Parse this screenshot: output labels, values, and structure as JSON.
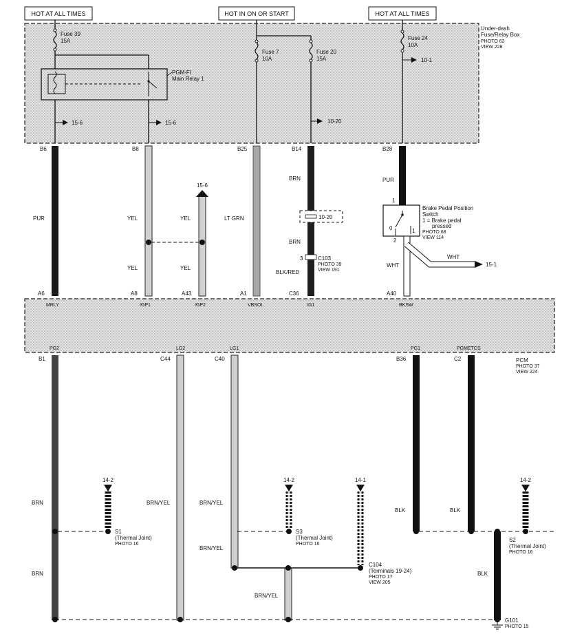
{
  "headers": {
    "hot_all_left": "HOT AT ALL TIMES",
    "hot_on_start": "HOT IN ON OR START",
    "hot_all_right": "HOT AT ALL TIMES"
  },
  "fusebox": {
    "title_1": "Under-dash",
    "title_2": "Fuse/Relay Box",
    "photo": "PHOTO 62",
    "view": "VIEW 228",
    "fuse39_name": "Fuse 39",
    "fuse39_amp": "15A",
    "fuse7_name": "Fuse 7",
    "fuse7_amp": "10A",
    "fuse20_name": "Fuse 20",
    "fuse20_amp": "15A",
    "fuse24_name": "Fuse 24",
    "fuse24_amp": "10A",
    "relay_name_1": "PGM-FI",
    "relay_name_2": "Main Relay 1",
    "ref_15_6_a": "15-6",
    "ref_15_6_b": "15-6",
    "ref_10_20": "10-20",
    "ref_10_1": "10-1"
  },
  "pins_top": {
    "b6": "B6",
    "b8": "B8",
    "b25": "B25",
    "b14": "B14",
    "b28": "B28"
  },
  "wires_mid": {
    "pur": "PUR",
    "yel_1": "YEL",
    "yel_2": "YEL",
    "yel_3": "YEL",
    "yel_4": "YEL",
    "lt_grn": "LT GRN",
    "brn_1": "BRN",
    "brn_2": "BRN",
    "blk_red": "BLK/RED",
    "pur_2": "PUR",
    "wht_1": "WHT",
    "wht_2": "WHT",
    "ref_15_6_up": "15-6",
    "ref_10_20_box": "10-20",
    "ref_15_1": "15-1"
  },
  "c103": {
    "pin": "3",
    "name": "C103",
    "photo": "PHOTO 39",
    "view": "VIEW 191"
  },
  "brake_switch": {
    "name_1": "Brake Pedal Position",
    "name_2": "Switch",
    "note_1": "1 = Brake pedal",
    "note_2": "pressed",
    "photo": "PHOTO 68",
    "view": "VIEW 114",
    "pin_1": "1",
    "pin_2": "2",
    "contact_0": "0",
    "contact_1": "1"
  },
  "pcm_pins_top": {
    "a6": "A6",
    "mrly": "MRLY",
    "a8": "A8",
    "igp1": "IGP1",
    "a43": "A43",
    "igp2": "IGP2",
    "a1": "A1",
    "vbsol": "VBSOL",
    "c36": "C36",
    "ig1": "IG1",
    "a40": "A40",
    "bksw": "BKSW"
  },
  "pcm_pins_bottom": {
    "b1": "B1",
    "pg2": "PG2",
    "c44": "C44",
    "lg2": "LG2",
    "c40": "C40",
    "lg1": "LG1",
    "b36": "B36",
    "pg1": "PG1",
    "c2": "C2",
    "pgmetcs": "PGMETCS"
  },
  "pcm": {
    "name": "PCM",
    "photo": "PHOTO 37",
    "view": "VIEW 224"
  },
  "lower": {
    "brn_1": "BRN",
    "brn_2": "BRN",
    "brn_yel_1": "BRN/YEL",
    "brn_yel_2": "BRN/YEL",
    "brn_yel_3": "BRN/YEL",
    "brn_yel_4": "BRN/YEL",
    "blk_1": "BLK",
    "blk_2": "BLK",
    "blk_3": "BLK",
    "ref_14_2_a": "14-2",
    "ref_14_2_b": "14-2",
    "ref_14_1": "14-1",
    "ref_14_2_c": "14-2",
    "s1_name": "S1",
    "s1_desc": "(Thermal Joint)",
    "s1_photo": "PHOTO 16",
    "s3_name": "S3",
    "s3_desc": "(Thermal Joint)",
    "s3_photo": "PHOTO 16",
    "s2_name": "S2",
    "s2_desc": "(Thermal Joint)",
    "s2_photo": "PHOTO 16",
    "c104_name": "C104",
    "c104_desc": "(Terminals 19-24)",
    "c104_photo": "PHOTO 17",
    "c104_view": "VIEW 205",
    "g101_name": "G101",
    "g101_photo": "PHOTO 15"
  }
}
